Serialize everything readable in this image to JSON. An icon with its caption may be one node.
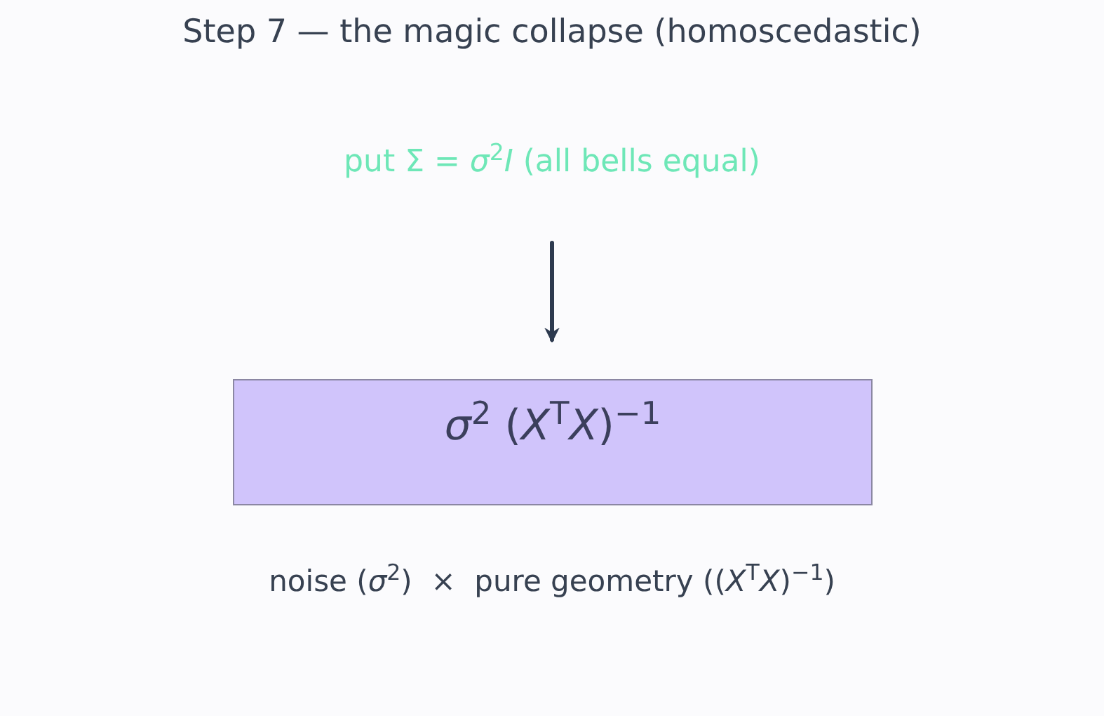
{
  "diagram": {
    "title": "Step 7 — the magic collapse (homoscedastic)",
    "nodes": [
      {
        "text": [
          "put Σ = *σ*$^{2}$*I* (all bells equal)"
        ]
      },
      {
        "text": [
          "*σ*$^{2}$ (*X*$^{T}$*X*)$^{−1}$"
        ]
      }
    ],
    "edges": [
      {
        "from": 0,
        "to": 1,
        "arrow": "to"
      }
    ],
    "labels": [
      "noise (*σ*$^{2}$)  ×  pure geometry ((*X*$^{T}$*X*)$^{−1}$)"
    ]
  }
}
